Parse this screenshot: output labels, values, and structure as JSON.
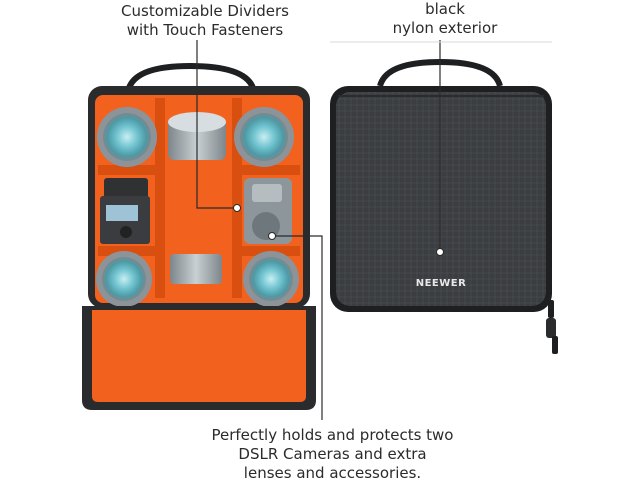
{
  "captions": {
    "dividers": [
      "Customizable Dividers",
      "with Touch Fasteners"
    ],
    "exterior": [
      "black",
      "nylon exterior"
    ],
    "holds": [
      "Perfectly holds and protects two",
      "DSLR Cameras and extra",
      "lenses and accessories."
    ]
  },
  "brand_logo": "NEEWER",
  "colors": {
    "interior": "#f2621e",
    "interior_dark": "#d84f10",
    "shell": "#3b3d40",
    "shell_edge": "#1e1f21",
    "lens_glass": "#6fc3cf",
    "lens_body": "#9aa3a8"
  }
}
